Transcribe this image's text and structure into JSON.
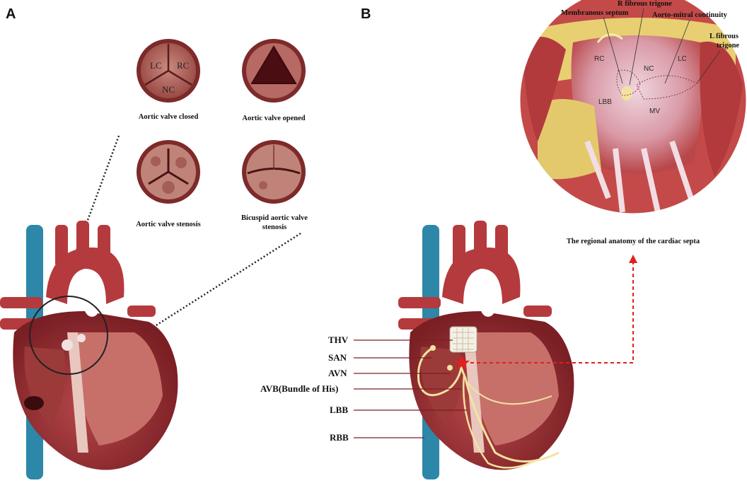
{
  "panels": {
    "a": "A",
    "b": "B"
  },
  "valves": [
    {
      "caption": "Aortic valve closed",
      "cusps": [
        "LC",
        "RC",
        "NC"
      ]
    },
    {
      "caption": "Aortic valve opened"
    },
    {
      "caption": "Aortic valve stenosis"
    },
    {
      "caption_lines": [
        "Bicuspid aortic valve",
        "stenosis"
      ]
    }
  ],
  "conduction_labels": [
    "THV",
    "SAN",
    "AVN",
    "AVB(Bundle of His)",
    "LBB",
    "RBB"
  ],
  "septa_annotations": {
    "membranous_septum": "Membranous septum",
    "r_fibrous_trigone": "R fibrous trigone",
    "aorto_mitral": "Aorto-mitral continuity",
    "l_fibrous_trigone_lines": [
      "L fibrous",
      "trigone"
    ],
    "regions": [
      "RC",
      "NC",
      "LC",
      "LBB",
      "MV"
    ]
  },
  "septa_caption": "The regional anatomy of the cardiac septa",
  "colors": {
    "myocardium": "#8e2a2e",
    "aorta": "#b53a3d",
    "vein": "#2d87a8",
    "conduction": "#f3e3a0",
    "marker": "#e02020"
  }
}
